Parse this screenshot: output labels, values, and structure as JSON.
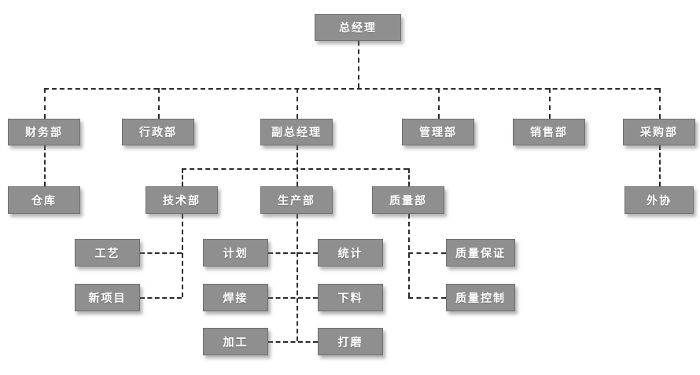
{
  "chart_title": "",
  "colors": {
    "node_fill": "#8f8f8f",
    "node_border": "#6f6f6f",
    "node_text": "#ffffff",
    "connector": "#2c2c2c",
    "background": "#ffffff"
  },
  "nodes": [
    {
      "id": "gm",
      "label": "总经理",
      "parent": null
    },
    {
      "id": "finance",
      "label": "财务部",
      "parent": "gm"
    },
    {
      "id": "admin",
      "label": "行政部",
      "parent": "gm"
    },
    {
      "id": "deputy-gm",
      "label": "副总经理",
      "parent": "gm"
    },
    {
      "id": "management",
      "label": "管理部",
      "parent": "gm"
    },
    {
      "id": "sales",
      "label": "销售部",
      "parent": "gm"
    },
    {
      "id": "purchasing",
      "label": "采购部",
      "parent": "gm"
    },
    {
      "id": "warehouse",
      "label": "仓库",
      "parent": "finance"
    },
    {
      "id": "tech",
      "label": "技术部",
      "parent": "deputy-gm"
    },
    {
      "id": "production",
      "label": "生产部",
      "parent": "deputy-gm"
    },
    {
      "id": "quality",
      "label": "质量部",
      "parent": "deputy-gm"
    },
    {
      "id": "outsourcing",
      "label": "外协",
      "parent": "purchasing"
    },
    {
      "id": "process",
      "label": "工艺",
      "parent": "tech"
    },
    {
      "id": "new-project",
      "label": "新项目",
      "parent": "tech"
    },
    {
      "id": "planning",
      "label": "计划",
      "parent": "production"
    },
    {
      "id": "welding",
      "label": "焊接",
      "parent": "production"
    },
    {
      "id": "machining",
      "label": "加工",
      "parent": "production"
    },
    {
      "id": "statistics",
      "label": "统计",
      "parent": "production"
    },
    {
      "id": "cutting",
      "label": "下料",
      "parent": "production"
    },
    {
      "id": "polishing",
      "label": "打磨",
      "parent": "production"
    },
    {
      "id": "qa",
      "label": "质量保证",
      "parent": "quality"
    },
    {
      "id": "qc",
      "label": "质量控制",
      "parent": "quality"
    }
  ]
}
